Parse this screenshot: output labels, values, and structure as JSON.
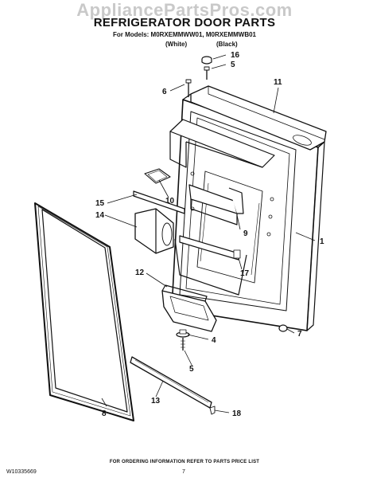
{
  "watermark": "AppliancePartsPros.com",
  "title": "REFRIGERATOR DOOR PARTS",
  "subtitle": "For Models: M0RXEMMWW01, M0RXEMMWB01",
  "color_white": "(White)",
  "color_black": "(Black)",
  "callouts": {
    "c16": "16",
    "c5a": "5",
    "c6": "6",
    "c11": "11",
    "c10": "10",
    "c15": "15",
    "c14": "14",
    "c9": "9",
    "c1": "1",
    "c17": "17",
    "c12": "12",
    "c7": "7",
    "c4": "4",
    "c5b": "5",
    "c8": "8",
    "c13": "13",
    "c18": "18"
  },
  "footer": {
    "ordering": "FOR ORDERING INFORMATION REFER TO PARTS PRICE LIST",
    "doc_number": "W10335669",
    "page": "7"
  }
}
